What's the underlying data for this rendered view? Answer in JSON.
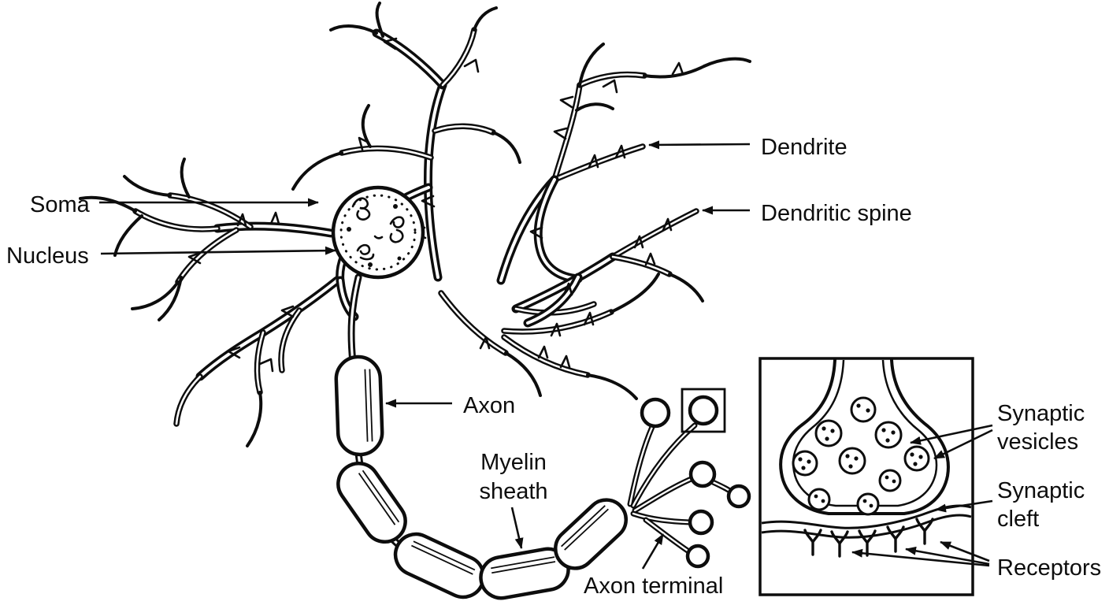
{
  "colors": {
    "ink": "#0d0d0d",
    "paper": "#ffffff"
  },
  "diagram": {
    "labels": {
      "soma": "Soma",
      "nucleus": "Nucleus",
      "dendrite": "Dendrite",
      "dendritic_spine": "Dendritic spine",
      "axon": "Axon",
      "myelin_line1": "Myelin",
      "myelin_line2": "sheath",
      "axon_terminal": "Axon terminal"
    },
    "inset": {
      "vesicles_line1": "Synaptic",
      "vesicles_line2": "vesicles",
      "cleft_line1": "Synaptic",
      "cleft_line2": "cleft",
      "receptors": "Receptors"
    }
  }
}
